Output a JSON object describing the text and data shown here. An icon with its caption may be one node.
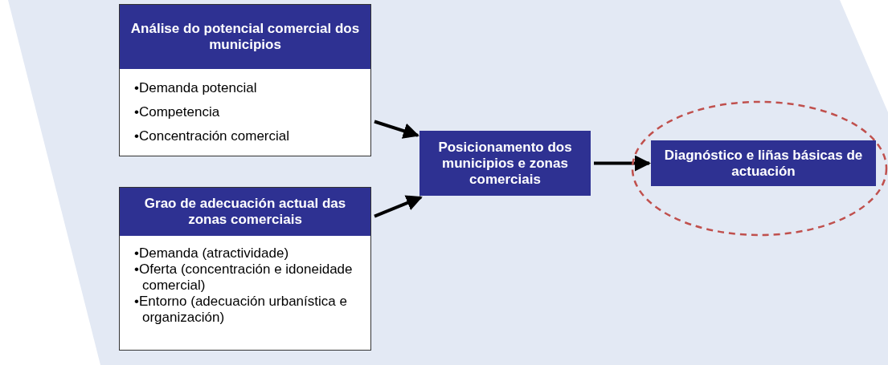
{
  "diagram": {
    "nodes": [
      {
        "text": [
          "Análise do potencial comercial dos municipios",
          "•Demanda potencial",
          "•Competencia",
          "•Concentración comercial"
        ]
      },
      {
        "text": [
          "Grao de adecuación actual das zonas comerciais",
          "•Demanda (atractividade)",
          "•Oferta (concentración e idoneidade comercial)",
          "•Entorno (adecuación urbanística e organización)"
        ]
      },
      {
        "text": [
          "Posicionamento dos municipios e zonas comerciais"
        ]
      },
      {
        "text": [],
        "shape": "circle"
      },
      {
        "text": [
          "Diagnóstico e liñas básicas de actuación"
        ],
        "in": 3
      }
    ],
    "edges": [
      {
        "from": 0,
        "to": 2,
        "arrow": "to"
      },
      {
        "from": 1,
        "to": 2,
        "arrow": "to"
      },
      {
        "from": 2,
        "to": 4,
        "arrow": "to"
      }
    ]
  }
}
